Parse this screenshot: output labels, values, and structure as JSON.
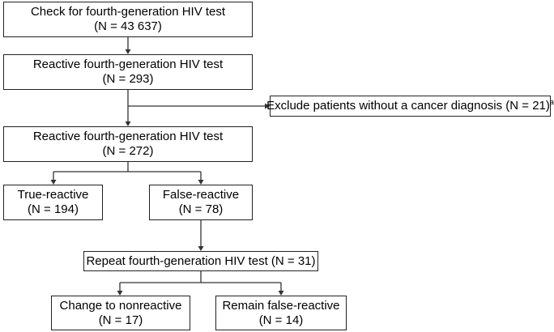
{
  "flowchart": {
    "screened": {
      "title": "Check for fourth-generation HIV test",
      "count": "(N = 43 637)"
    },
    "reactive_initial": {
      "title": "Reactive fourth-generation HIV test",
      "count": "(N = 293)"
    },
    "exclusion": {
      "text": "Exclude patients without a cancer diagnosis (N = 21)",
      "footnote_mark": "a"
    },
    "reactive_included": {
      "title": "Reactive fourth-generation HIV test",
      "count": "(N = 272)"
    },
    "true_reactive": {
      "title": "True-reactive",
      "count": "(N = 194)"
    },
    "false_reactive": {
      "title": "False-reactive",
      "count": "(N = 78)"
    },
    "repeat_test": {
      "text": "Repeat fourth-generation HIV test (N = 31)"
    },
    "change_nonreactive": {
      "title": "Change to nonreactive",
      "count": "(N = 17)"
    },
    "remain_false_reactive": {
      "title": "Remain false-reactive",
      "count": "(N = 14)"
    }
  },
  "colors": {
    "box_border": "#222222",
    "connector": "#333333",
    "text": "#000000",
    "background": "#ffffff"
  }
}
